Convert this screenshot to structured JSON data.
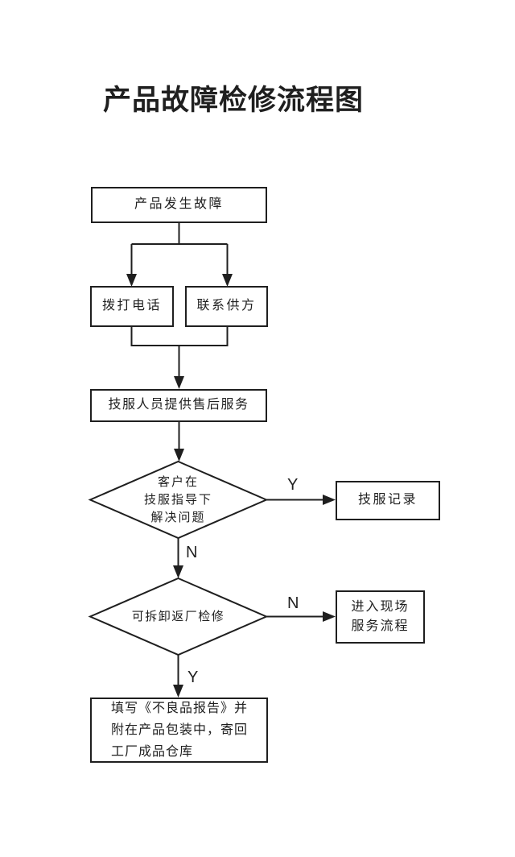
{
  "title": "产品故障检修流程图",
  "nodes": {
    "start": {
      "label": "产品发生故障"
    },
    "call_phone": {
      "label": "拨打电话"
    },
    "contact_supplier": {
      "label": "联系供方"
    },
    "after_sales": {
      "label": "技服人员提供售后服务"
    },
    "decision_solved": {
      "lines": [
        "客户在",
        "技服指导下",
        "解决问题"
      ]
    },
    "service_record": {
      "label": "技服记录"
    },
    "decision_returnable": {
      "label": "可拆卸返厂检修"
    },
    "onsite_service": {
      "lines": [
        "进入现场",
        "服务流程"
      ]
    },
    "defect_report": {
      "lines": [
        "填写《不良品报告》并",
        "附在产品包装中，寄回",
        "工厂成品仓库"
      ]
    }
  },
  "edge_labels": {
    "solved_yes": "Y",
    "solved_no": "N",
    "returnable_no": "N",
    "returnable_yes": "Y"
  },
  "colors": {
    "line": "#1f1f1f",
    "text": "#1f1f1f",
    "background": "#ffffff"
  }
}
